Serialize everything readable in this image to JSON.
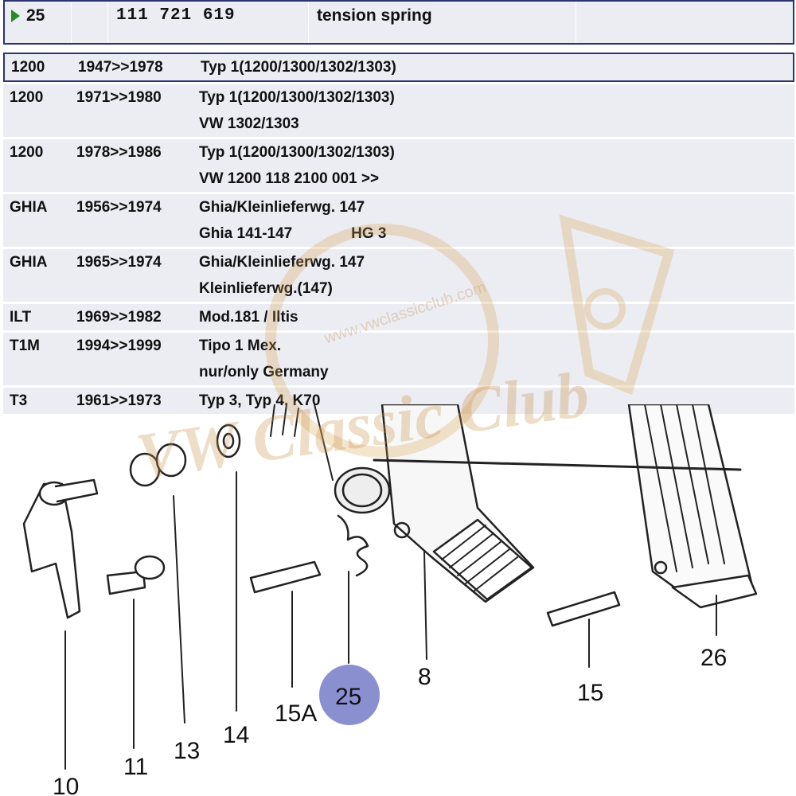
{
  "header": {
    "position": "25",
    "part_number": "111  721  619",
    "description": "tension spring"
  },
  "rows": [
    {
      "model": "1200",
      "years": "1947>>1978",
      "lines": [
        "Typ 1(1200/1300/1302/1303)"
      ]
    },
    {
      "model": "1200",
      "years": "1971>>1980",
      "lines": [
        "Typ 1(1200/1300/1302/1303)",
        "VW 1302/1303"
      ]
    },
    {
      "model": "1200",
      "years": "1978>>1986",
      "lines": [
        "Typ 1(1200/1300/1302/1303)",
        "VW 1200   118 2100 001 >>"
      ]
    },
    {
      "model": "GHIA",
      "years": "1956>>1974",
      "lines": [
        "Ghia/Kleinlieferwg. 147",
        "Ghia 141-147              HG 3"
      ]
    },
    {
      "model": "GHIA",
      "years": "1965>>1974",
      "lines": [
        "Ghia/Kleinlieferwg. 147",
        "Kleinlieferwg.(147)"
      ]
    },
    {
      "model": "ILT",
      "years": "1969>>1982",
      "lines": [
        "Mod.181 / Iltis"
      ]
    },
    {
      "model": "T1M",
      "years": "1994>>1999",
      "lines": [
        "Tipo 1 Mex.",
        "nur/only Germany"
      ]
    },
    {
      "model": "T3",
      "years": "1961>>1973",
      "lines": [
        "Typ 3, Typ 4, K70"
      ]
    }
  ],
  "diagram": {
    "labels": [
      "10",
      "11",
      "13",
      "14",
      "15A",
      "25",
      "8",
      "15",
      "26"
    ],
    "highlight_color": "#8a8fd0"
  },
  "watermark": {
    "url_text": "www.vwclassicclub.com",
    "brand_text": "VW Classic Club"
  }
}
